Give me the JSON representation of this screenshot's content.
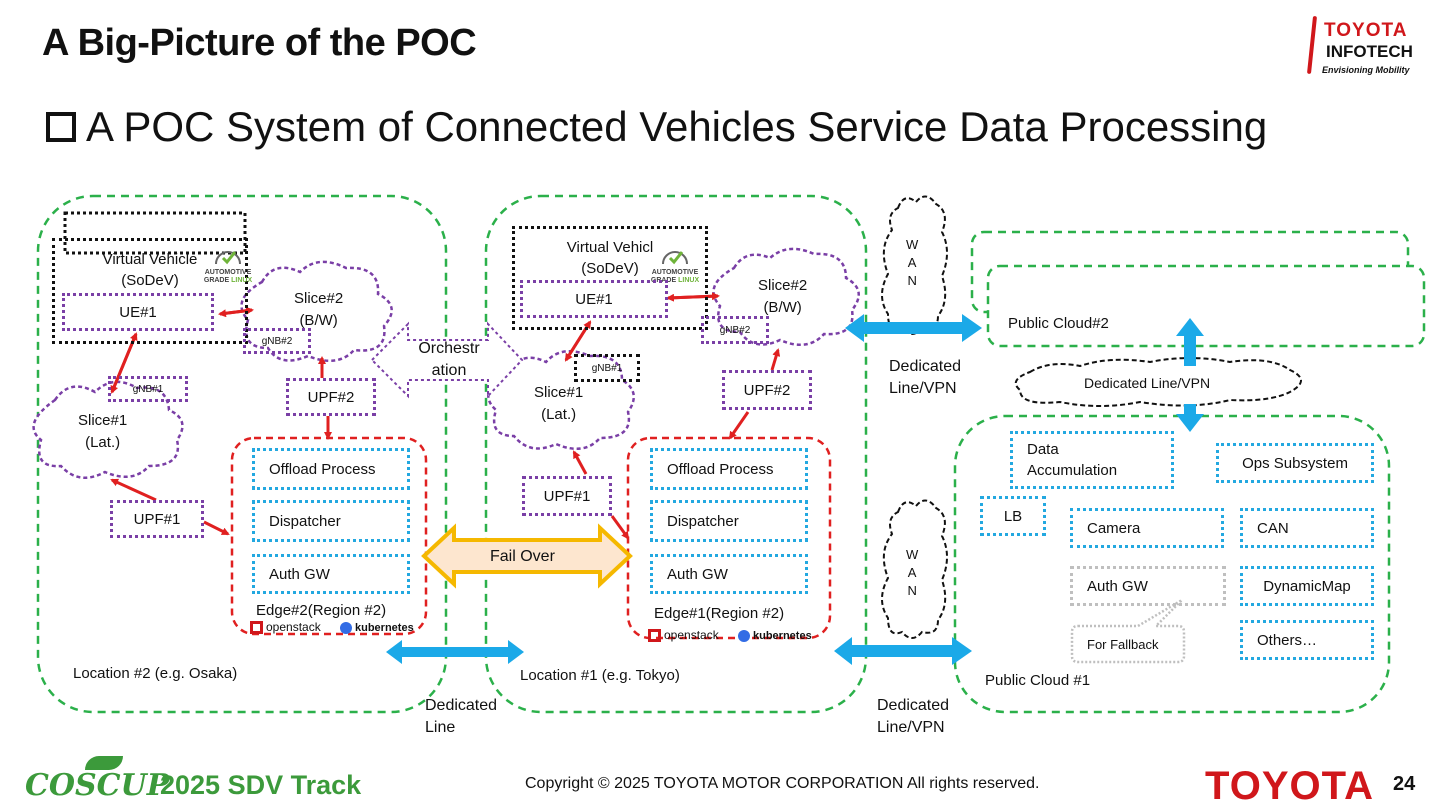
{
  "header": {
    "title": "A Big-Picture of the POC",
    "subtitle": "A POC System of Connected Vehicles Service Data Processing"
  },
  "logo_top": {
    "line1": "TOYOTA",
    "line2": "INFOTECH",
    "tagline": "Envisioning Mobility"
  },
  "location2": {
    "label": "Location #2 (e.g. Osaka)",
    "vehicle": "Virtual Vehicle\n(SoDeV)",
    "ue": "UE#1",
    "slice1": "Slice#1\n(Lat.)",
    "gnb1": "gNB#1",
    "slice2": "Slice#2\n(B/W)",
    "gnb2": "gNB#2",
    "upf2": "UPF#2",
    "upf1": "UPF#1",
    "edge_items": [
      "Offload Process",
      "Dispatcher",
      "Auth GW"
    ],
    "edge_label": "Edge#2(Region #2)"
  },
  "location1": {
    "label": "Location #1 (e.g. Tokyo)",
    "vehicle": "Virtual Vehicl\n(SoDeV)",
    "ue": "UE#1",
    "slice1": "Slice#1\n(Lat.)",
    "gnb1": "gNB#1",
    "slice2": "Slice#2\n(B/W)",
    "gnb2": "gNB#2",
    "upf2": "UPF#2",
    "upf1": "UPF#1",
    "edge_items": [
      "Offload Process",
      "Dispatcher",
      "Auth GW"
    ],
    "edge_label": "Edge#1(Region #2)"
  },
  "agl": {
    "line1": "AUTOMOTIVE",
    "line2a": "GRADE",
    "line2b": "LINUX"
  },
  "openstack": "openstack",
  "kubernetes": "kubernetes",
  "orchestration": "Orchestr\nation",
  "failover": "Fail Over",
  "wan": "W\nA\nN",
  "links": {
    "dedicated_line": "Dedicated\nLine",
    "dedicated_vpn_top": "Dedicated\nLine/VPN",
    "dedicated_vpn_bottom": "Dedicated\nLine/VPN",
    "cloud_vpn": "Dedicated Line/VPN"
  },
  "public_cloud2": {
    "label": "Public Cloud#2"
  },
  "public_cloud1": {
    "label": "Public Cloud #1",
    "data_accumulation": "Data\nAccumulation",
    "ops": "Ops Subsystem",
    "lb": "LB",
    "camera": "Camera",
    "can": "CAN",
    "auth_gw": "Auth GW",
    "dynamicmap": "DynamicMap",
    "others": "Others…",
    "fallback": "For Fallback"
  },
  "footer": {
    "coscup": "COSCUP",
    "track": "2025 SDV Track",
    "copyright": "Copyright ©  2025 TOYOTA MOTOR CORPORATION All rights reserved.",
    "brand": "TOYOTA",
    "page": "24"
  },
  "colors": {
    "green_dash": "#2bb04a",
    "purple_dot": "#7a3fa6",
    "cyan_dot": "#23a8e0",
    "red_dash": "#e02020",
    "arrow_blue": "#1ba9e8",
    "arrow_red": "#e02020",
    "failover_fill": "#fde6cf",
    "failover_stroke": "#f5b800"
  }
}
